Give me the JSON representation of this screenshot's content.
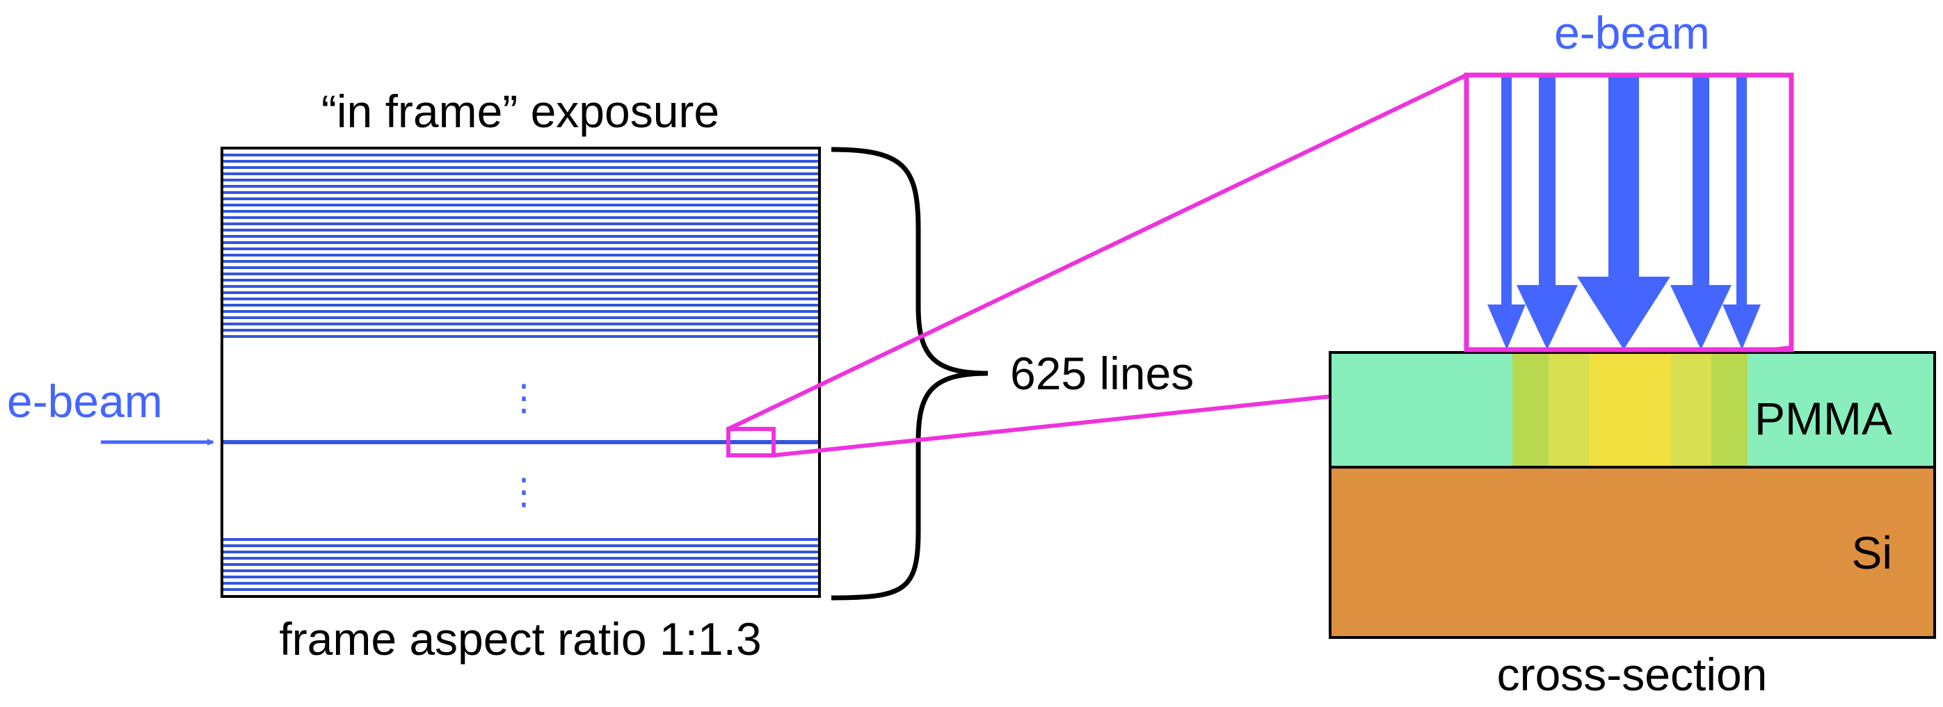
{
  "left_panel": {
    "title": "“in frame” exposure",
    "caption": "frame aspect ratio 1:1.3",
    "beam_label": "e-beam",
    "ellipsis_top": "⋮",
    "ellipsis_bottom": "⋮"
  },
  "brace": {
    "label": "625 lines"
  },
  "right_panel": {
    "beam_label": "e-beam",
    "layer_top": "PMMA",
    "layer_bottom": "Si",
    "caption": "cross-section"
  },
  "colors": {
    "beam_blue": "#4466ff",
    "scan_line_blue": "#3355dd",
    "highlight_magenta": "#ee33dd",
    "pmma_green": "#88eebb",
    "si_orange": "#dd9040",
    "exposure_yellow": "#f0e040",
    "exposure_mid": "#d8df50",
    "exposure_outer": "#b8d850"
  }
}
